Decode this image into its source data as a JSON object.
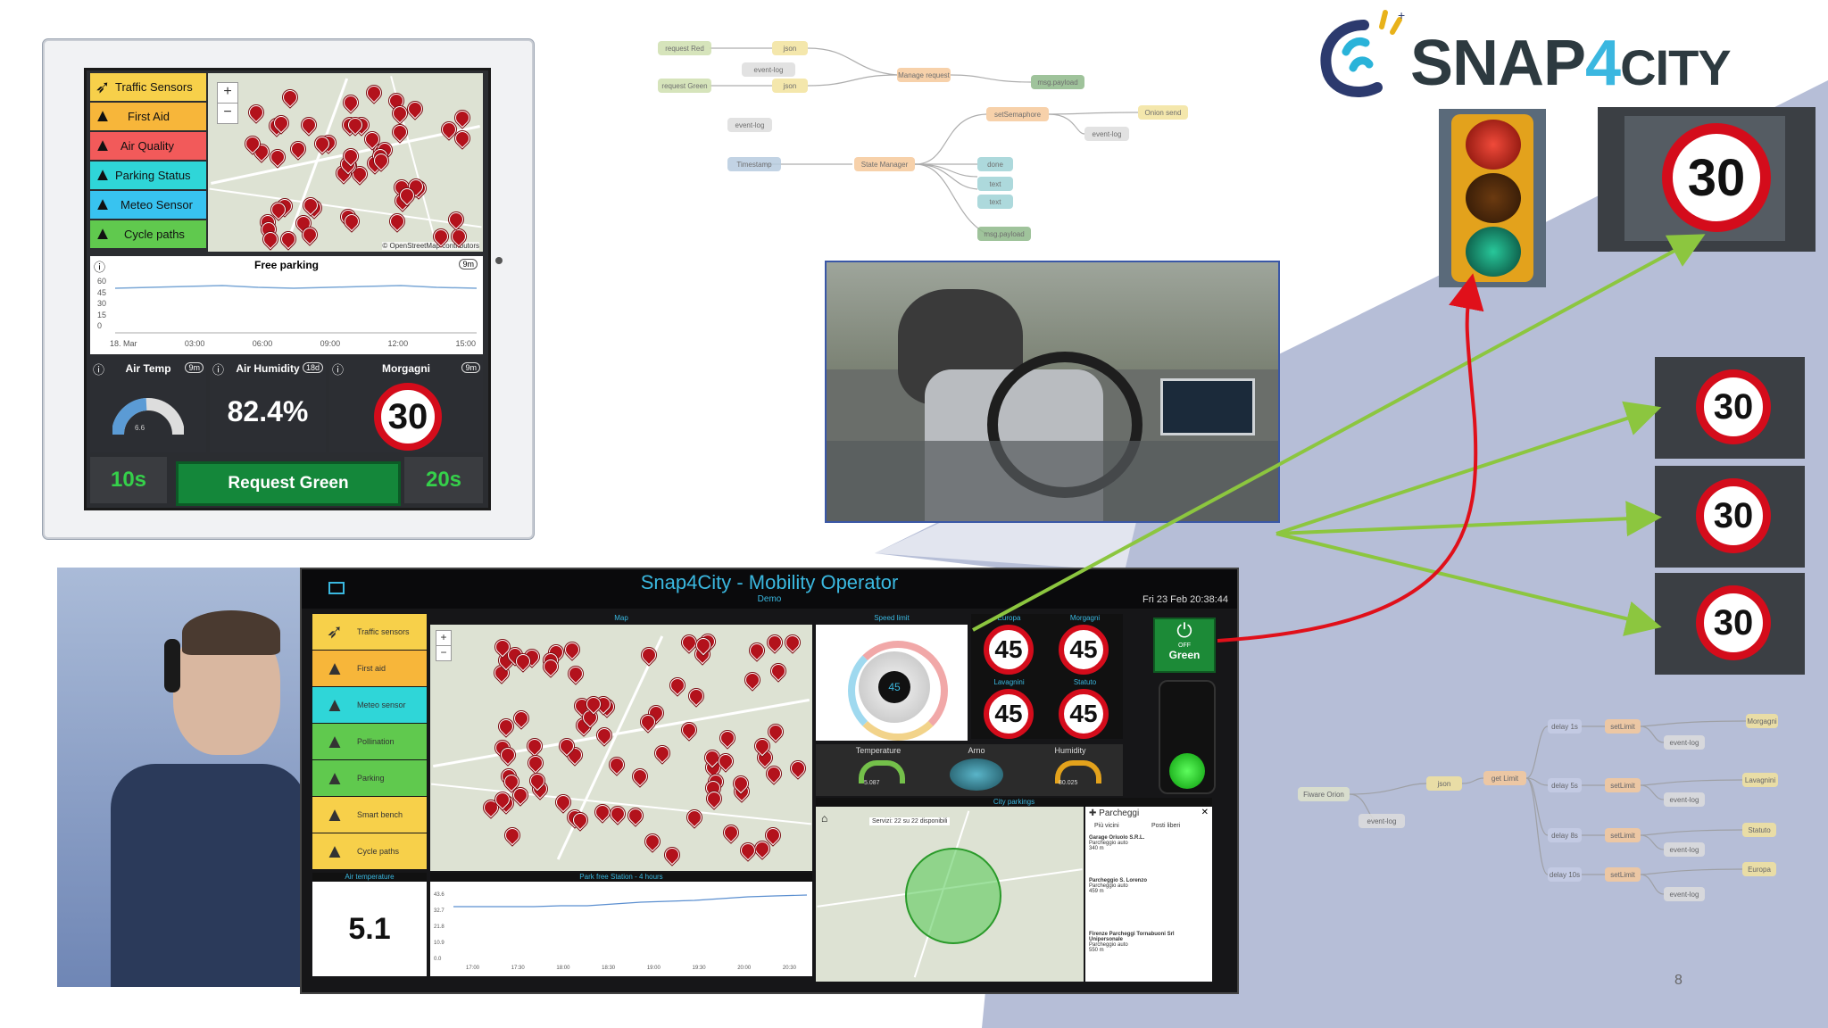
{
  "brand": {
    "name_main": "SNAP",
    "name_num": "4",
    "name_tail": "CITY"
  },
  "tablet": {
    "menu": [
      {
        "label": "Traffic Sensors",
        "color": "#f7d04a",
        "icon": "pointer-icon"
      },
      {
        "label": "First Aid",
        "color": "#f7b63a",
        "icon": "arrow-icon"
      },
      {
        "label": "Air Quality",
        "color": "#f25a5a",
        "icon": "arrow-icon"
      },
      {
        "label": "Parking Status",
        "color": "#2fd6d8",
        "icon": "arrow-icon"
      },
      {
        "label": "Meteo Sensor",
        "color": "#38c3f0",
        "icon": "arrow-icon"
      },
      {
        "label": "Cycle paths",
        "color": "#60c94e",
        "icon": "arrow-icon"
      }
    ],
    "map_attribution": "© OpenStreetMap contributors",
    "zoom_in": "+",
    "zoom_out": "−",
    "free_parking": {
      "title": "Free parking",
      "badge": "9m",
      "y_ticks": [
        "60",
        "45",
        "30",
        "15",
        "0"
      ],
      "x_ticks": [
        "18. Mar",
        "03:00",
        "06:00",
        "09:00",
        "12:00",
        "15:00"
      ]
    },
    "air_temp": {
      "title": "Air Temp",
      "badge": "9m",
      "gauge_value": "6.6",
      "gauge_min": "-15",
      "gauge_max": "33"
    },
    "air_humidity": {
      "title": "Air Humidity",
      "badge": "18d",
      "value": "82.4%"
    },
    "morgagni": {
      "title": "Morgagni",
      "badge": "9m",
      "limit": "30"
    },
    "timer_left": "10s",
    "request_button": "Request Green",
    "timer_right": "20s"
  },
  "dashboard": {
    "title": "Snap4City - Mobility Operator",
    "subtitle": "Demo",
    "datetime": "Fri 23 Feb 20:38:44",
    "menu": [
      {
        "label": "Traffic sensors",
        "color": "#f7d04a"
      },
      {
        "label": "First aid",
        "color": "#f7b63a"
      },
      {
        "label": "Meteo sensor",
        "color": "#2fd6d8"
      },
      {
        "label": "Pollination",
        "color": "#60c94e"
      },
      {
        "label": "Parking",
        "color": "#60c94e"
      },
      {
        "label": "Smart bench",
        "color": "#f7d04a"
      },
      {
        "label": "Cycle paths",
        "color": "#f7d04a"
      }
    ],
    "map_title": "Map",
    "speed_title": "Speed limit",
    "speed_value": "45",
    "signs": [
      {
        "label": "Europa",
        "limit": "45"
      },
      {
        "label": "Morgagni",
        "limit": "45"
      },
      {
        "label": "Lavagnini",
        "limit": "45"
      },
      {
        "label": "Statuto",
        "limit": "45"
      }
    ],
    "power": {
      "state": "OFF",
      "label": "Green"
    },
    "env": {
      "temperature": "Temperature",
      "arno": "Arno",
      "humidity": "Humidity",
      "temp_val": "5.087",
      "hum_val": "80.025"
    },
    "city_parkings": "City parkings",
    "parcheggi": {
      "title": "Parcheggi",
      "tab_near": "Più vicini",
      "tab_free": "Posti liberi",
      "services": "Servizi: 22 su 22 disponibili",
      "items": [
        {
          "name": "Garage Oriuolo S.R.L.",
          "type": "Parcheggio auto",
          "dist": "340 m"
        },
        {
          "name": "Parcheggio S. Lorenzo",
          "type": "Parcheggio auto",
          "dist": "459 m"
        },
        {
          "name": "Firenze Parcheggi Tornabuoni Srl Unipersonale",
          "type": "Parcheggio auto",
          "dist": "550 m"
        }
      ]
    },
    "air_temperature_title": "Air temperature",
    "air_temperature_value": "5.1",
    "park_title": "Park free Station - 4 hours",
    "park_y": [
      "43.6",
      "32.7",
      "21.8",
      "10.9",
      "0.0"
    ],
    "park_x": [
      "17:00",
      "17:30",
      "18:00",
      "18:30",
      "19:00",
      "19:30",
      "20:00",
      "20:30"
    ]
  },
  "nodered_top": {
    "nodes": [
      "request Red",
      "request Green",
      "json",
      "json",
      "Manage request",
      "msg.payload",
      "event-log",
      "event-log",
      "Timestamp",
      "State Manager",
      "setSemaphore",
      "Onion send",
      "event-log",
      "done",
      "text",
      "text",
      "msg.payload"
    ]
  },
  "nodered_bottom": {
    "nodes": [
      "Fiware Orion",
      "event-log",
      "json",
      "get Limit",
      "delay 1s",
      "setLimit",
      "event-log",
      "Morgagni",
      "delay 5s",
      "setLimit",
      "event-log",
      "Lavagnini",
      "delay 8s",
      "setLimit",
      "event-log",
      "Statuto",
      "delay 10s",
      "setLimit",
      "event-log",
      "Europa"
    ]
  },
  "signs_right": [
    "30",
    "30",
    "30"
  ],
  "sign_top": "30",
  "page_number": "8"
}
